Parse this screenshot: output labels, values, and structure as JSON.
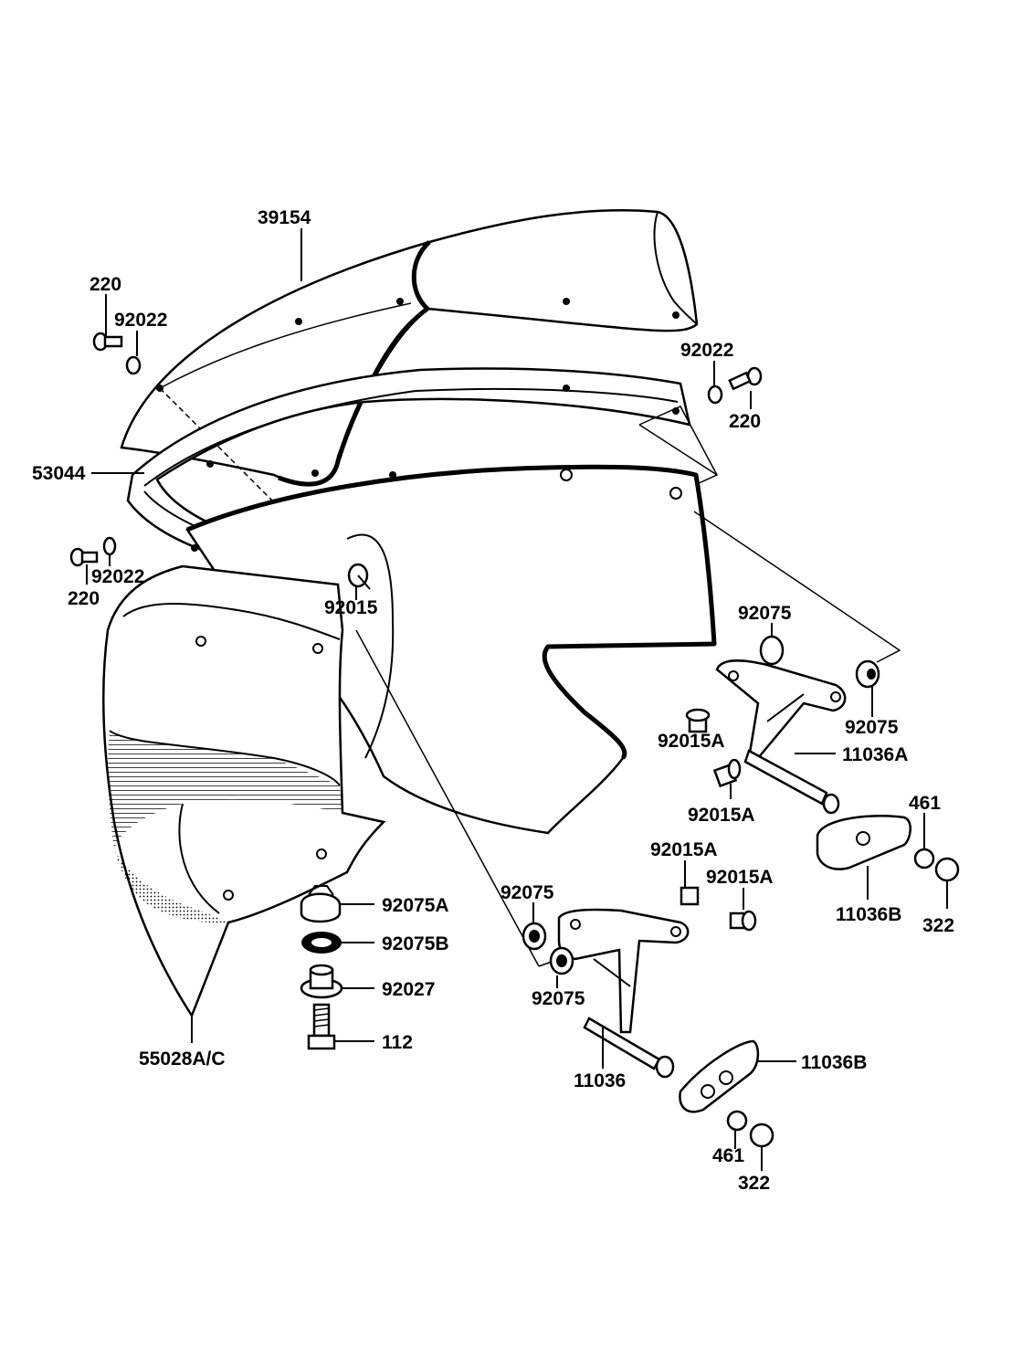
{
  "colors": {
    "background": "#ffffff",
    "ink": "#000000"
  },
  "diagram": {
    "title": "",
    "parts": [
      {
        "id": "p39154",
        "number": "39154"
      },
      {
        "id": "p220a",
        "number": "220"
      },
      {
        "id": "p92022a",
        "number": "92022"
      },
      {
        "id": "p92022b",
        "number": "92022"
      },
      {
        "id": "p220b",
        "number": "220"
      },
      {
        "id": "p53044",
        "number": "53044"
      },
      {
        "id": "p92022c",
        "number": "92022"
      },
      {
        "id": "p220c",
        "number": "220"
      },
      {
        "id": "p92015",
        "number": "92015"
      },
      {
        "id": "p92075a",
        "number": "92075"
      },
      {
        "id": "p92075b",
        "number": "92075"
      },
      {
        "id": "p92015Aa",
        "number": "92015A"
      },
      {
        "id": "p11036Aa",
        "number": "11036A"
      },
      {
        "id": "p92015Ab",
        "number": "92015A"
      },
      {
        "id": "p461a",
        "number": "461"
      },
      {
        "id": "p11036Ba",
        "number": "11036B"
      },
      {
        "id": "p322a",
        "number": "322"
      },
      {
        "id": "p92015Ac",
        "number": "92015A"
      },
      {
        "id": "p92015Ad",
        "number": "92015A"
      },
      {
        "id": "p92075c",
        "number": "92075"
      },
      {
        "id": "p92075A",
        "number": "92075A"
      },
      {
        "id": "p92075B",
        "number": "92075B"
      },
      {
        "id": "p92027",
        "number": "92027"
      },
      {
        "id": "p112",
        "number": "112"
      },
      {
        "id": "p55028",
        "number": "55028A/C"
      },
      {
        "id": "p92075d",
        "number": "92075"
      },
      {
        "id": "p11036",
        "number": "11036"
      },
      {
        "id": "p11036Bb",
        "number": "11036B"
      },
      {
        "id": "p461b",
        "number": "461"
      },
      {
        "id": "p322b",
        "number": "322"
      }
    ]
  }
}
